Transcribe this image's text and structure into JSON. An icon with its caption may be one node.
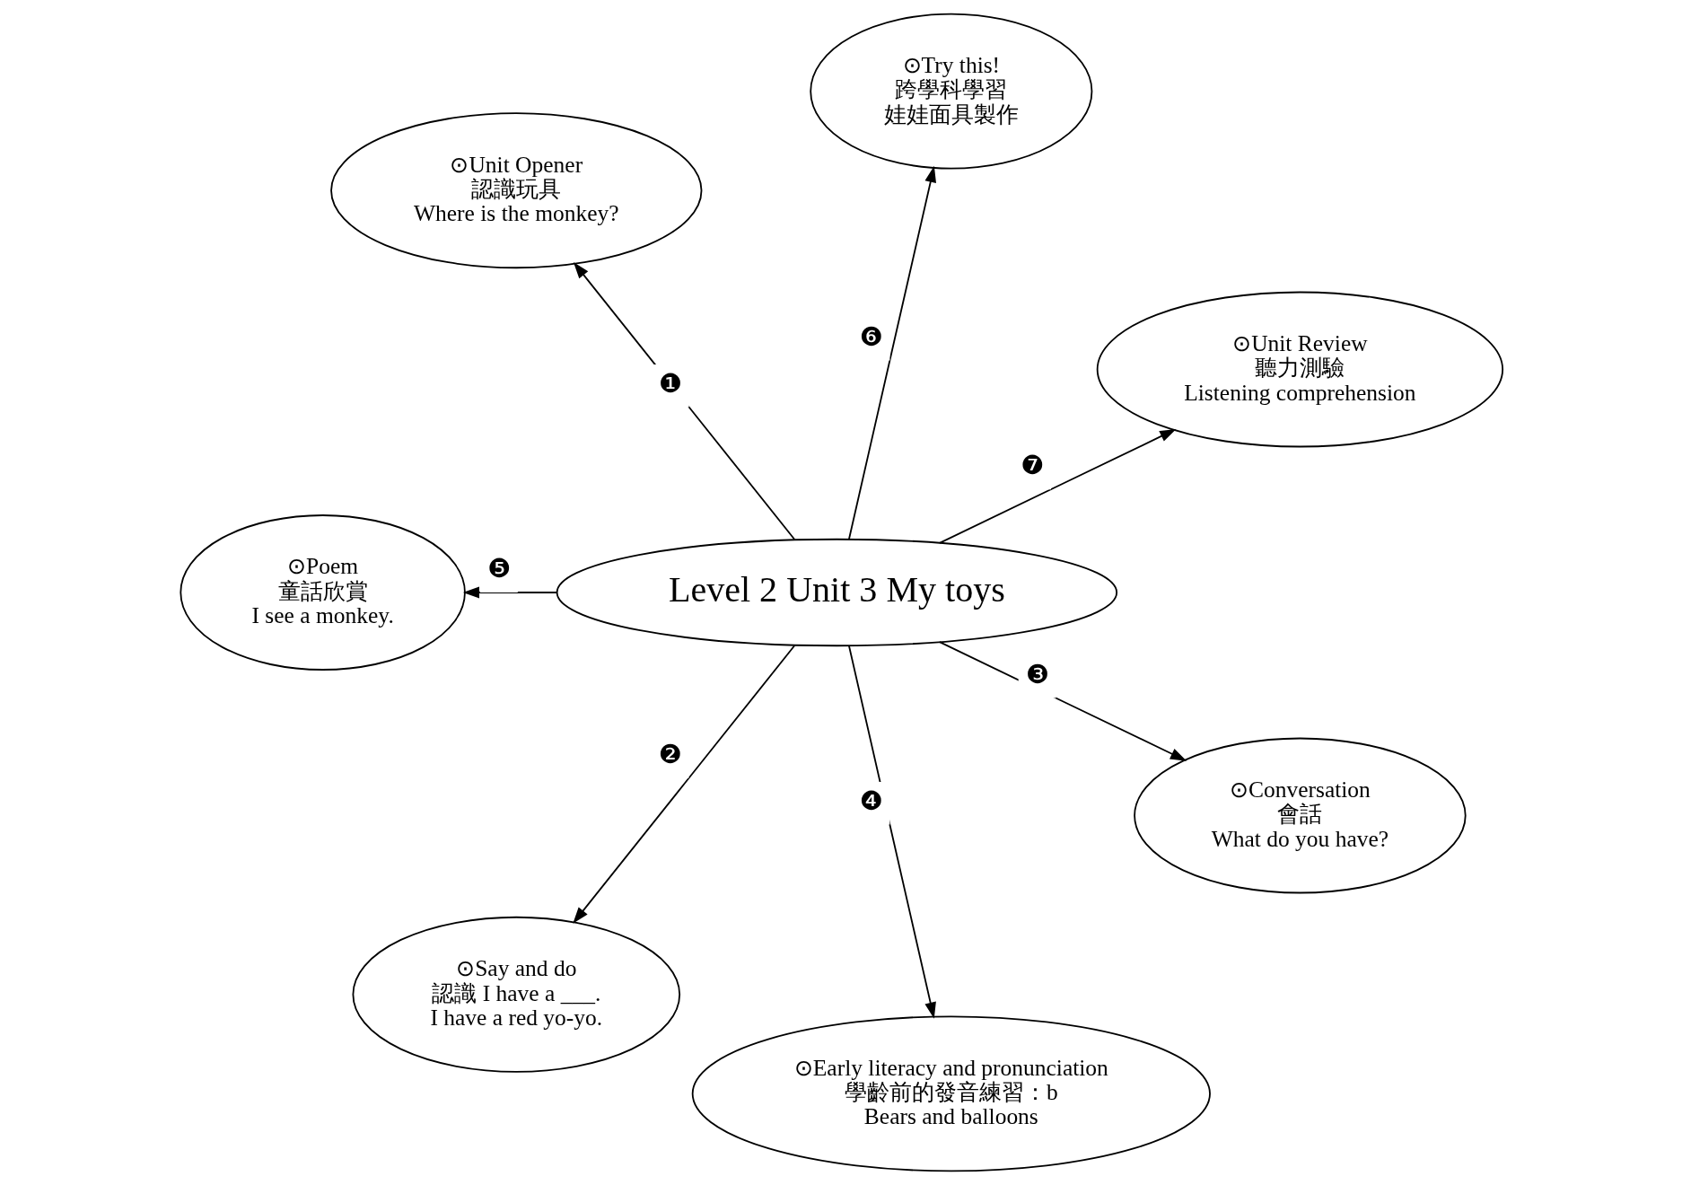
{
  "diagram": {
    "nodes": [
      {
        "text": [
          "⊙Unit Review",
          "聽力測驗",
          "Listening comprehension"
        ]
      },
      {
        "text": [
          "⊙Try this!",
          "跨學科學習",
          "娃娃面具製作"
        ]
      },
      {
        "text": [
          "⊙Unit Opener",
          "認識玩具",
          "Where is the monkey?"
        ]
      },
      {
        "text": [
          "Level 2 Unit 3 My toys"
        ]
      },
      {
        "text": [
          "⊙Poem",
          "童話欣賞",
          "I see a monkey."
        ]
      },
      {
        "text": [
          "⊙Say and do",
          "認識 I have a ___.",
          "I have a red yo-yo."
        ]
      },
      {
        "text": [
          "⊙Early literacy and pronunciation",
          "學齡前的發音練習：b",
          "Bears and balloons"
        ]
      },
      {
        "text": [
          "⊙Conversation",
          "會話",
          "What do you have?"
        ]
      }
    ],
    "edges": [
      {
        "from": 3,
        "to": 2,
        "arrow": "to",
        "label": "❶"
      },
      {
        "from": 3,
        "to": 5,
        "arrow": "to",
        "label": "❷"
      },
      {
        "from": 3,
        "to": 7,
        "arrow": "to",
        "label": "❸"
      },
      {
        "from": 3,
        "to": 6,
        "arrow": "to",
        "label": "❹"
      },
      {
        "from": 3,
        "to": 4,
        "arrow": "to",
        "label": "❺"
      },
      {
        "from": 3,
        "to": 1,
        "arrow": "to",
        "label": "❻"
      },
      {
        "from": 3,
        "to": 0,
        "arrow": "to",
        "label": "❼"
      }
    ]
  }
}
